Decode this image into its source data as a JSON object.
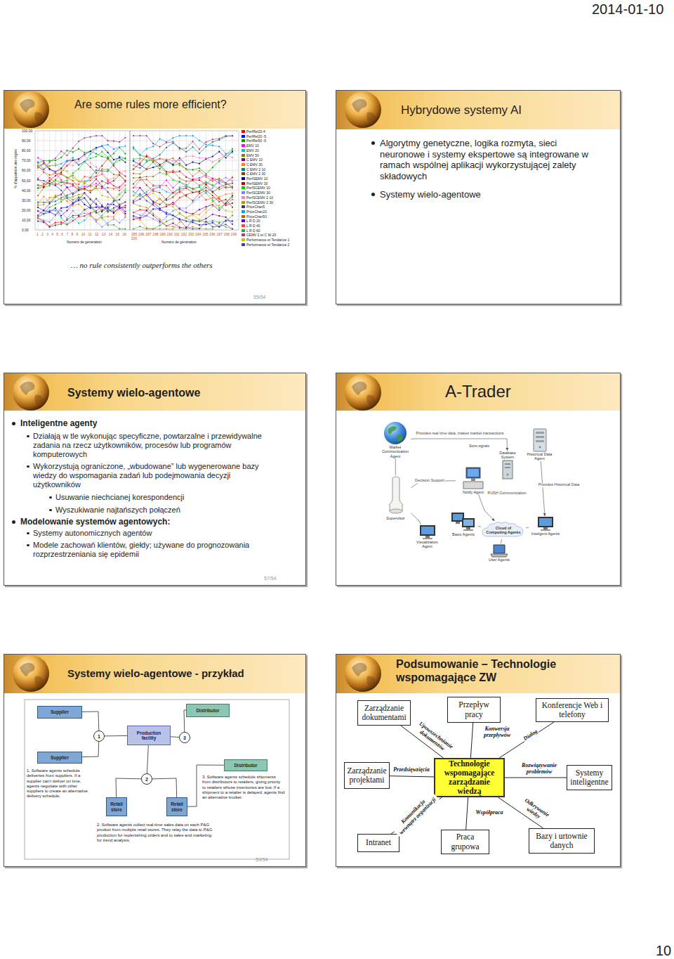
{
  "diagram": {
    "nodes": [
      {
        "text": [
          "Are some rules more efficient?",
          "… no rule consistently outperforms the others",
          "55/54"
        ]
      },
      {
        "text": [
          "Hybrydowe systemy AI",
          "Algorytmy genetyczne, logika rozmyta, sieci neuronowe i systemy ekspertowe są integrowane w ramach wspólnej aplikacji wykorzystującej zalety składowych",
          "Systemy wielo-agentowe"
        ]
      },
      {
        "text": [
          "Systemy wielo-agentowe",
          "Inteligentne agenty",
          "Działają w tle wykonując specyficzne, powtarzalne i przewidywalne zadania na rzecz użytkowników, procesów lub programów komputerowych",
          "Wykorzystują ograniczone, „wbudowane” lub wygenerowane bazy wiedzy do wspomagania zadań lub podejmowania decyzji użytkowników",
          "Usuwanie niechcianej korespondencji",
          "Wyszukiwanie najtańszych połączeń",
          "Modelowanie systemów agentowych:",
          "Systemy autonomicznych agentów",
          "Modele zachowań klientów, giełdy; używane do prognozowania rozprzestrzeniania się epidemii",
          "57/54"
        ]
      },
      {
        "text": [
          "A-Trader"
        ]
      },
      {
        "text": [
          "Market Communication Agent"
        ],
        "in": 3
      },
      {
        "text": [
          "Historical Data Agent"
        ],
        "in": 3
      },
      {
        "text": [
          "Database System"
        ],
        "in": 3
      },
      {
        "text": [
          "Supervisor"
        ],
        "in": 3
      },
      {
        "text": [
          "Notify Agent"
        ],
        "in": 3
      },
      {
        "text": [
          "Visualization Agent"
        ],
        "in": 3
      },
      {
        "text": [
          "Basic Agents"
        ],
        "in": 3
      },
      {
        "text": [
          "Cloud of Computing Agents"
        ],
        "in": 3
      },
      {
        "text": [
          "Inteligent Agents"
        ],
        "in": 3
      },
      {
        "text": [
          "User Agents"
        ],
        "in": 3
      },
      {
        "text": [
          "Systemy wielo-agentowe - przykład",
          "59/54"
        ]
      },
      {
        "text": [
          "Supplier"
        ],
        "in": 14
      },
      {
        "text": [
          "Distributor"
        ],
        "in": 14
      },
      {
        "text": [
          "1"
        ],
        "in": 14
      },
      {
        "text": [
          "Production facility"
        ],
        "in": 14
      },
      {
        "text": [
          "3"
        ],
        "in": 14
      },
      {
        "text": [
          "Supplier"
        ],
        "in": 14
      },
      {
        "text": [
          "Distributor"
        ],
        "in": 14
      },
      {
        "text": [
          "2"
        ],
        "in": 14
      },
      {
        "text": [
          "Retail store"
        ],
        "in": 14
      },
      {
        "text": [
          "Retail store"
        ],
        "in": 14
      },
      {
        "text": [
          "Podsumowanie – Technologie wspomagające ZW"
        ]
      },
      {
        "text": [
          "Zarządzanie dokumentami"
        ],
        "in": 25
      },
      {
        "text": [
          "Przepływ pracy"
        ],
        "in": 25
      },
      {
        "text": [
          "Konferencje Web i telefony"
        ],
        "in": 25
      },
      {
        "text": [
          "Zarządzanie projektami"
        ],
        "in": 25
      },
      {
        "text": [
          "Technologie wspomagające zarządzanie wiedzą"
        ],
        "in": 25
      },
      {
        "text": [
          "Systemy inteligentne"
        ],
        "in": 25
      },
      {
        "text": [
          "Intranet"
        ],
        "in": 25
      },
      {
        "text": [
          "Praca grupowa"
        ],
        "in": 25
      },
      {
        "text": [
          "Bazy i urtownie danych"
        ],
        "in": 25
      }
    ],
    "edges": [
      {
        "from": 4,
        "to": 6,
        "arrow": "to",
        "label": "Provides real time data, makes market transactions"
      },
      {
        "from": 4,
        "to": 7,
        "arrow": "none"
      },
      {
        "from": 7,
        "to": 8,
        "arrow": "none",
        "label": "Decision Support"
      },
      {
        "from": 7,
        "to": 9,
        "arrow": "none"
      },
      {
        "from": 8,
        "to": 11,
        "arrow": "to",
        "label": "PUSH Communication"
      },
      {
        "from": 5,
        "to": 12,
        "arrow": "to",
        "label": "Provides Historical Data"
      },
      {
        "from": 11,
        "to": 10,
        "arrow": "none"
      },
      {
        "from": 11,
        "to": 12,
        "arrow": "none"
      },
      {
        "from": 11,
        "to": 13,
        "arrow": "none"
      },
      {
        "from": 15,
        "to": 17,
        "arrow": "none"
      },
      {
        "from": 17,
        "to": 18,
        "arrow": "none"
      },
      {
        "from": 18,
        "to": 19,
        "arrow": "none"
      },
      {
        "from": 19,
        "to": 16,
        "arrow": "none"
      },
      {
        "from": 18,
        "to": 22,
        "arrow": "none"
      },
      {
        "from": 22,
        "to": 23,
        "arrow": "none"
      },
      {
        "from": 22,
        "to": 24,
        "arrow": "none"
      },
      {
        "from": 21,
        "to": 24,
        "arrow": "none"
      },
      {
        "from": 20,
        "to": 17,
        "arrow": "none"
      },
      {
        "from": 30,
        "to": 26,
        "arrow": "none",
        "label": "Upowszechnianie dokumentów"
      },
      {
        "from": 30,
        "to": 27,
        "arrow": "none",
        "label": "Konwersja przepływów"
      },
      {
        "from": 30,
        "to": 28,
        "arrow": "none",
        "label": "Dialog"
      },
      {
        "from": 30,
        "to": 29,
        "arrow": "none",
        "label": "Przedsięwzięcia"
      },
      {
        "from": 30,
        "to": 31,
        "arrow": "none",
        "label": "Rozwiązywanie problemów"
      },
      {
        "from": 30,
        "to": 32,
        "arrow": "none",
        "label": "Komunikacja wewnątrz organizacji"
      },
      {
        "from": 30,
        "to": 33,
        "arrow": "none",
        "label": "Współpraca"
      },
      {
        "from": 30,
        "to": 34,
        "arrow": "none",
        "label": "Odkrywanie wiedzy"
      }
    ],
    "labels": [
      "2014-01-10",
      "10",
      "% d'apparition des règles",
      "100,00",
      "90,00",
      "80,00",
      "70,00",
      "60,00",
      "50,00",
      "40,00",
      "30,00",
      "20,00",
      "10,00",
      "0,00",
      "1 2 3 4 5 6 7 8 9 10 11 12 13 14 15 16",
      "185 186 187 188 189 190 191 192 193 194 195 196 197 198 199 200",
      "Numéro de génération",
      "Numéro de génération",
      "Store signals",
      "1. Software agents schedule deliveries from suppliers. If a supplier can't deliver on time, agents negotiate with other suppliers to create an alternative delivery schedule.",
      "2. Software agents collect real-time sales data on each P&G product from multiple retail stores. They relay the data to P&G production for replenishing orders and to sales and marketing for trend analysis.",
      "3. Software agents schedule shipments from distributors to retailers, giving priority to retailers whose inventories are low. If a shipment to a retailer is delayed, agents find an alternative trucker."
    ],
    "legend": [
      {
        "text": "PerfRel20-4",
        "color": "#ff0000"
      },
      {
        "text": "PerfRel20 -5",
        "color": "#0000ff"
      },
      {
        "text": "PerfRel50 -5",
        "color": "#00a000"
      },
      {
        "text": "EMV 10",
        "color": "#ff00ff"
      },
      {
        "text": "EMV 20",
        "color": "#00c0c0"
      },
      {
        "text": "EMV 50",
        "color": "#808000"
      },
      {
        "text": "C EMV 10",
        "color": "#800080"
      },
      {
        "text": "C EMV 30",
        "color": "#ff8000"
      },
      {
        "text": "C EMV 2 10",
        "color": "#008080"
      },
      {
        "text": "C EMV 2 30",
        "color": "#804000"
      },
      {
        "text": "PerfSEMV 10",
        "color": "#000080"
      },
      {
        "text": "PerfSEMV 30",
        "color": "#c00000"
      },
      {
        "text": "PerfSCEMV 10",
        "color": "#00d000"
      },
      {
        "text": "PerfSCEMV 30",
        "color": "#8080ff"
      },
      {
        "text": "PerfSCEMV 2 10",
        "color": "#ff80c0"
      },
      {
        "text": "PerfSCEMV 2 30",
        "color": "#a0a000"
      },
      {
        "text": "PriceChan5",
        "color": "#404040"
      },
      {
        "text": "PriceChan20",
        "color": "#00a0ff"
      },
      {
        "text": "PriceChan50",
        "color": "#c06000"
      },
      {
        "text": "L R D 20",
        "color": "#6000c0"
      },
      {
        "text": "L R D 40",
        "color": "#ff4040"
      },
      {
        "text": "L R D 60",
        "color": "#40a040"
      },
      {
        "text": "CEMV 2 et C W 20",
        "color": "#a04080"
      },
      {
        "text": "Performance et Tendance 1",
        "color": "#c0c000"
      },
      {
        "text": "Performance et Tendance 2",
        "color": "#4040a0"
      }
    ]
  }
}
